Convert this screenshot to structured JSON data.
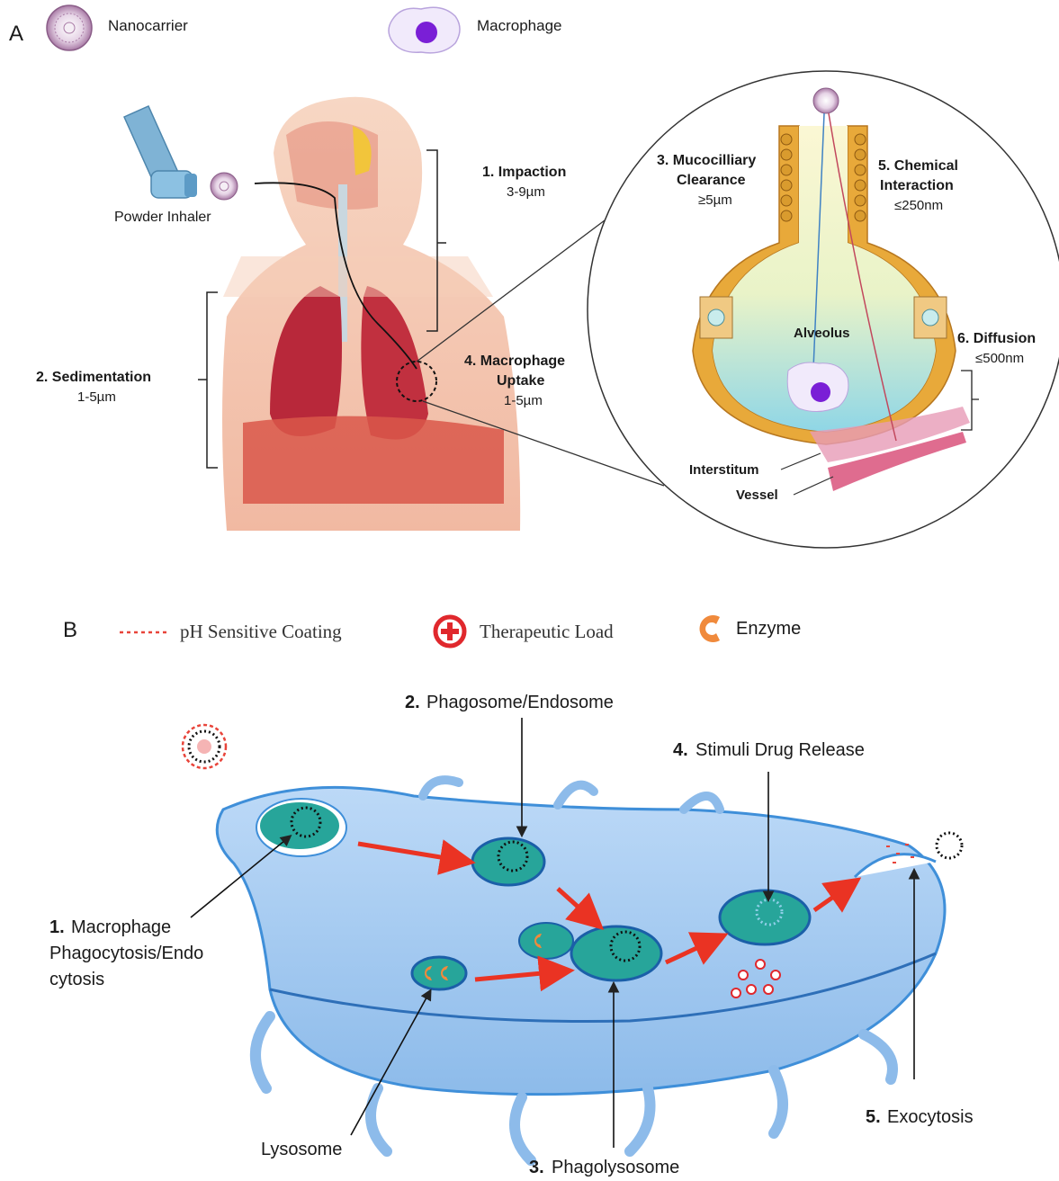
{
  "panel_a": {
    "panel_label": "A",
    "legend": {
      "nanocarrier": "Nanocarrier",
      "macrophage": "Macrophage"
    },
    "inhaler_label": "Powder Inhaler",
    "impaction": {
      "title": "1. Impaction",
      "size": "3-9µm"
    },
    "sedimentation": {
      "title": "2. Sedimentation",
      "size": "1-5µm"
    },
    "macrophage_uptake": {
      "line1": "4. Macrophage",
      "line2": "Uptake",
      "size": "1-5µm"
    },
    "mucociliary": {
      "line1": "3. Mucocilliary",
      "line2": "Clearance",
      "size": "≥5µm"
    },
    "chemical": {
      "line1": "5. Chemical",
      "line2": "Interaction",
      "size": "≤250nm"
    },
    "diffusion": {
      "title": "6. Diffusion",
      "size": "≤500nm"
    },
    "alveolus_label": "Alveolus",
    "interstitum_label": "Interstitum",
    "vessel_label": "Vessel"
  },
  "panel_b": {
    "panel_label": "B",
    "legend": {
      "coating": "pH Sensitive Coating",
      "load": "Therapeutic Load",
      "enzyme": "Enzyme"
    },
    "steps": {
      "phagocytosis": {
        "num": "1.",
        "line1": "Macrophage",
        "line2": "Phagocytosis/Endo",
        "line3": "cytosis"
      },
      "phagosome": {
        "num": "2.",
        "text": "Phagosome/Endosome"
      },
      "phagolysosome": {
        "num": "3.",
        "text": "Phagolysosome"
      },
      "release": {
        "num": "4.",
        "text": "Stimuli Drug Release"
      },
      "exocytosis": {
        "num": "5.",
        "text": "Exocytosis"
      }
    },
    "lysosome_label": "Lysosome"
  },
  "colors": {
    "lung": "#b8283a",
    "skin": "#f3c9b3",
    "muscle": "#d9574a",
    "inhaler": "#7fb3d5",
    "nanocarrier": "#a97ba6",
    "macrophage_nucleus": "#7a1fd6",
    "cell_fill": "#a9cdf2",
    "cell_edge": "#3f8fd9",
    "vesicle": "#27a59a",
    "arrow": "#ea3323",
    "coating": "#e8443a",
    "enzyme": "#f08a3c"
  }
}
